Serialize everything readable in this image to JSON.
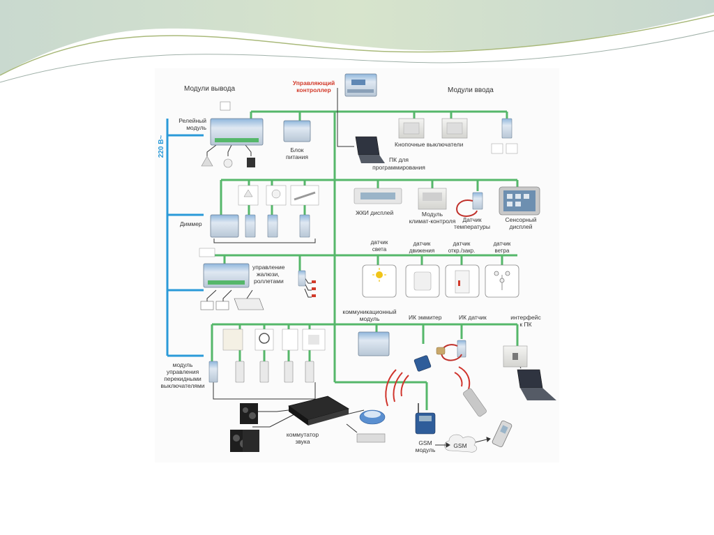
{
  "diagram": {
    "controller": [
      "Управляющий",
      "контроллер"
    ],
    "output_modules_title": "Модули вывода",
    "input_modules_title": "Модули ввода",
    "voltage": "220 В~",
    "relay_module": [
      "Релейный",
      "модуль"
    ],
    "power_block": [
      "Блок",
      "питания"
    ],
    "button_switches": "Кнопочные выключатели",
    "pc_programming": [
      "ПК для",
      "программирования"
    ],
    "dimmer": "Диммер",
    "lcd_display": "ЖКИ дисплей",
    "climate_module": [
      "Модуль",
      "климат-контроля"
    ],
    "temp_sensor": [
      "Датчик",
      "температуры"
    ],
    "touch_display": [
      "Сенсорный",
      "дисплей"
    ],
    "light_sensor": [
      "датчик",
      "света"
    ],
    "motion_sensor": [
      "датчик",
      "движения"
    ],
    "open_close_sensor": [
      "датчик",
      "откр./закр."
    ],
    "wind_sensor": [
      "датчик",
      "ветра"
    ],
    "blinds_control": [
      "управление",
      "жалюзи,",
      "роллетами"
    ],
    "comm_module": [
      "коммуникационный",
      "модуль"
    ],
    "ir_emitter": "ИК эммитер",
    "ir_sensor": "ИК датчик",
    "pc_interface": [
      "интерфейс",
      "к ПК"
    ],
    "switch_module": [
      "модуль",
      "управления",
      "перекидными",
      "выключателями"
    ],
    "audio_switch": [
      "коммутатор",
      "звука"
    ],
    "gsm_module": [
      "GSM",
      "модуль"
    ],
    "gsm_cloud": "GSM"
  },
  "colors": {
    "bus_green": "#55b76a",
    "power_blue": "#2a9ad8",
    "wire_dark": "#333333",
    "controller_red": "#d23a2a",
    "ir_waves": "#d0342c"
  }
}
